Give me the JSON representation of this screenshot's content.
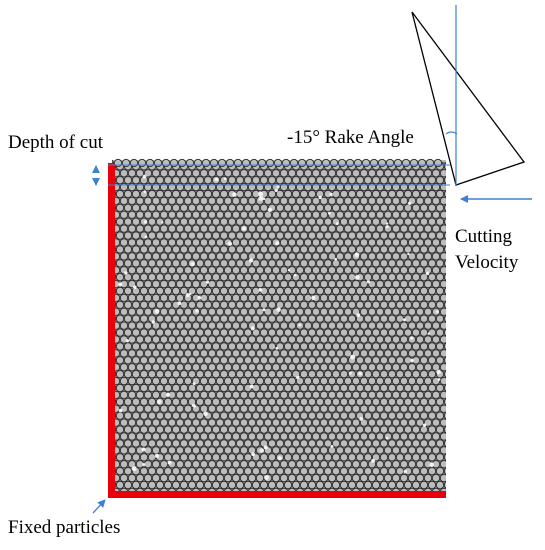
{
  "labels": {
    "depth_of_cut": "Depth of cut",
    "rake_angle": "-15° Rake Angle",
    "cutting_velocity_line1": "Cutting",
    "cutting_velocity_line2": "Velocity",
    "fixed_particles": "Fixed particles"
  },
  "colors": {
    "particle_fill": "#bdbdbd",
    "particle_stroke": "#2a2a2a",
    "fixed_particles": "#e8000b",
    "annotation_blue": "#3f7fd4",
    "tool_outline": "#000000"
  }
}
